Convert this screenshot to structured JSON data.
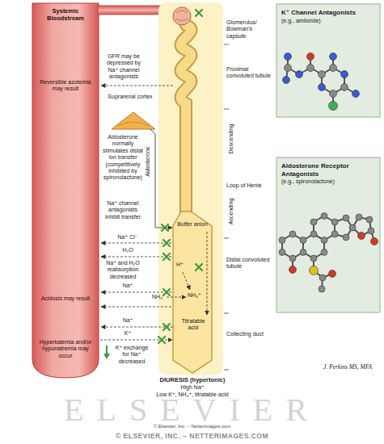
{
  "diagram": {
    "nodes": [
      {
        "text": [
          "Systemic Bloodstream"
        ]
      },
      {
        "text": [
          "Suprarenal cortex"
        ]
      },
      {
        "text": [
          "K⁺ Channel Antagonists",
          "(e.g., amiloride)"
        ]
      },
      {
        "text": [
          "Aldosterone Receptor Antagonists",
          "(e.g., spironolactone)"
        ]
      }
    ],
    "labels": [
      "Glomerulus/ Bowman's capsule",
      "Reversible azotemia may result",
      "GFR may be depressed by Na⁺ channel antagonists",
      "Proximal convoluted tubule",
      "Aldosterone normally stimulates distal ion transfer (competitively inhibited by spironolactone)",
      "Aldosterone",
      "Descending",
      "Loop of Henle",
      "Ascending",
      "Na⁺ channel antagonists inhibit transfer",
      "Buffer anion",
      "Na⁺ Cl⁻",
      "H₂O",
      "H⁺",
      "Na⁺ and H₂O reabsorption decreased",
      "Na⁺",
      "Distal convoluted tubule",
      "NH₃",
      "NH₄⁺",
      "Acidosis may result",
      "Titratable acid",
      "Collecting duct",
      "Na⁺",
      "K⁺",
      "Hyperkalemia and/or hyponatremia may occur",
      "K⁺ exchange for Na⁺ decreased",
      "DIURESIS (hypertonic)",
      "High Na⁺",
      "Low K⁺, NH₄⁺, titratable acid",
      "J. Perkins MS, MFA",
      "ELSEVIER",
      "© Elsevier, Inc. – Netterimages.com",
      "© ELSEVIER, INC. – NETTERIMAGES.COM"
    ]
  }
}
